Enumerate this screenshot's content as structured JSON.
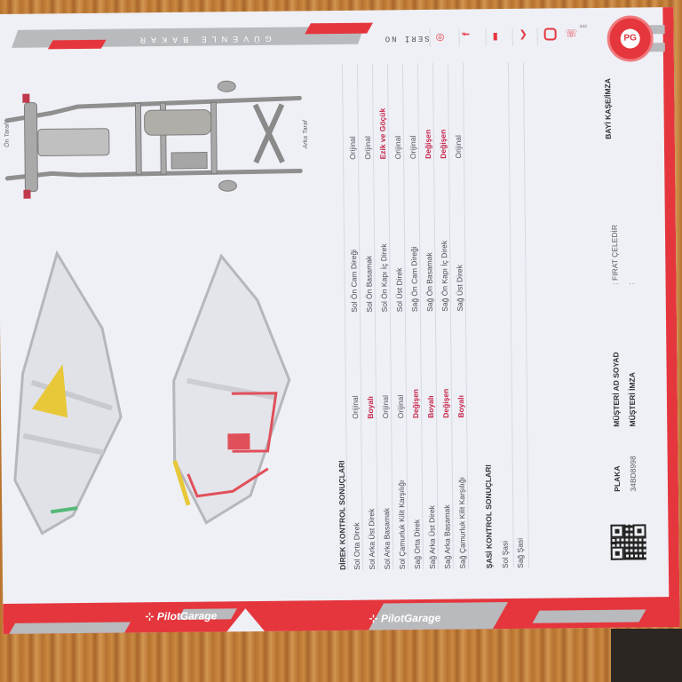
{
  "header": {
    "slogan": "GÜVENLE BAKAR",
    "serial_label": "SERİ NO",
    "social_icons": [
      "whatsapp-icon",
      "facebook-icon",
      "youtube-icon",
      "twitter-icon",
      "instagram-icon",
      "phone-icon"
    ],
    "seal_text": "PG"
  },
  "footer": {
    "brand_1": "PilotGarage",
    "brand_2": "PilotGarage"
  },
  "diagram": {
    "chassis_front_label": "Ön Taraf",
    "chassis_rear_label": "Arka Taraf",
    "colors": {
      "painted": "#e8c838",
      "replaced": "#e0505a",
      "original_green": "#56b878"
    }
  },
  "direk_kontrol": {
    "title": "DİREK KONTROL SONUÇLARI",
    "left_rows": [
      {
        "part": "Sol Orta Direk",
        "status": "Orijinal",
        "state": "ok"
      },
      {
        "part": "Sol Arka Üst Direk",
        "status": "Boyalı",
        "state": "bad"
      },
      {
        "part": "Sol Arka Basamak",
        "status": "Orijinal",
        "state": "ok"
      },
      {
        "part": "Sol Çamurluk Kilit Karşılığı",
        "status": "Orijinal",
        "state": "ok"
      },
      {
        "part": "Sağ Orta Direk",
        "status": "Değişen",
        "state": "bad"
      },
      {
        "part": "Sağ Arka Üst Direk",
        "status": "Boyalı",
        "state": "bad"
      },
      {
        "part": "Sağ Arka Basamak",
        "status": "Değişen",
        "state": "bad"
      },
      {
        "part": "Sağ Çamurluk Kilit Karşılığı",
        "status": "Boyalı",
        "state": "bad"
      }
    ],
    "right_rows": [
      {
        "part": "Sol Ön Cam Direği",
        "status": "Orijinal",
        "state": "ok"
      },
      {
        "part": "Sol Ön Basamak",
        "status": "Orijinal",
        "state": "ok"
      },
      {
        "part": "Sol Ön Kapı İç Direk",
        "status": "Ezik ve Göçük",
        "state": "bad"
      },
      {
        "part": "Sol Üst Direk",
        "status": "Orijinal",
        "state": "ok"
      },
      {
        "part": "Sağ Ön Cam Direği",
        "status": "Orijinal",
        "state": "ok"
      },
      {
        "part": "Sağ Ön Basamak",
        "status": "Değişen",
        "state": "bad"
      },
      {
        "part": "Sağ Ön Kapı İç Direk",
        "status": "Değişen",
        "state": "bad"
      },
      {
        "part": "Sağ Üst Direk",
        "status": "Orijinal",
        "state": "ok"
      }
    ]
  },
  "sasi_kontrol": {
    "title": "ŞASİ KONTROL SONUÇLARI",
    "rows": [
      {
        "part": "Sol Şasi",
        "status": ""
      },
      {
        "part": "Sağ Şasi",
        "status": ""
      }
    ]
  },
  "customer": {
    "plate_label": "PLAKA",
    "plate_value": "34BD8998",
    "name_label": "MÜŞTERİ AD SOYAD",
    "name_value": ": FIRAT ÇELEDİR",
    "signature_label": "MÜŞTERİ İMZA",
    "signature_value": ":",
    "dealer_label": "BAYİ KAŞE/İMZA"
  }
}
